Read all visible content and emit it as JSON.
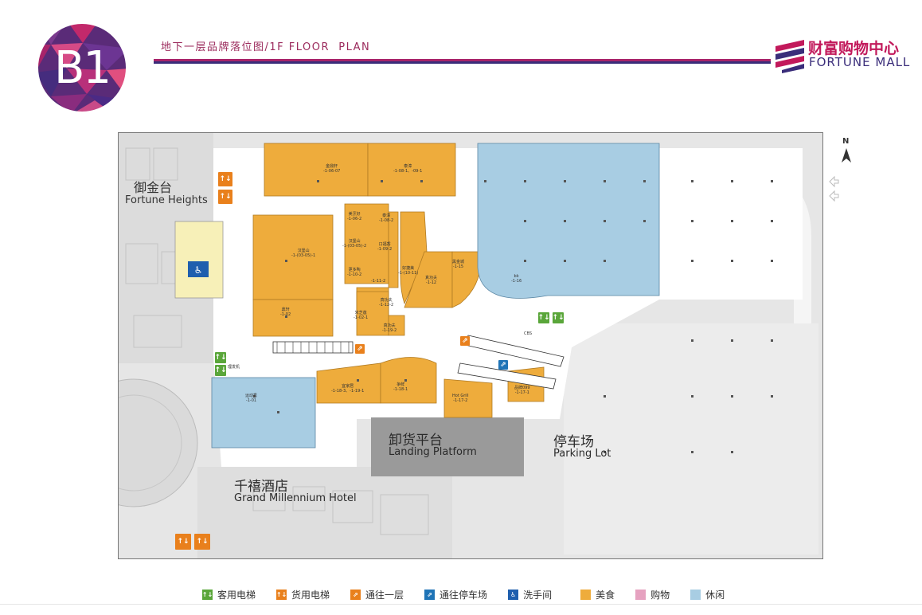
{
  "badge": {
    "text": "B1"
  },
  "header": {
    "title": "地下一层品牌落位图/1F FLOOR  PLAN"
  },
  "logo": {
    "cn": "财富购物中心",
    "en": "FORTUNE MALL"
  },
  "compass": {
    "label": "N"
  },
  "colors": {
    "food": "#eeac3c",
    "shopping": "#e6a2c0",
    "leisure": "#a8cde3",
    "passenger_elevator": "#5aa63a",
    "cargo_elevator": "#e9801c",
    "to_first_floor": "#e9801c",
    "to_parking": "#1f74b7",
    "restroom": "#1f5fae",
    "landing": "#9a9a9a",
    "restroom_area": "#f7f0b8",
    "background": "#e5e5e5"
  },
  "map": {
    "areas": {
      "fortune_heights_cn": "御金台",
      "fortune_heights_en": "Fortune Heights",
      "hotel_cn": "千禧酒店",
      "hotel_en": "Grand Millennium Hotel",
      "landing_cn": "卸货平台",
      "landing_en": "Landing Platform",
      "parking_cn": "停车场",
      "parking_en": "Parking Lot"
    },
    "units": [
      {
        "name": "金鼎轩",
        "code": "-1-06-07"
      },
      {
        "name": "泰漳",
        "code": "-1-08-1、-09-1"
      },
      {
        "name": "美烹好",
        "code": "-1-06-2"
      },
      {
        "name": "泰漳",
        "code": "-1-08-2"
      },
      {
        "name": "汉堡山",
        "code": "-1-(03-05)-1"
      },
      {
        "name": "汉堡山",
        "code": "-1-(03-05)-2"
      },
      {
        "name": "口福香",
        "code": "-1-09-2"
      },
      {
        "name": "好捷美",
        "code": "-1-(10-11)"
      },
      {
        "name": "真功夫",
        "code": "-1-12"
      },
      {
        "name": "黑金城",
        "code": "-1-15"
      },
      {
        "name": "更多陶",
        "code": "-1-10-2"
      },
      {
        "name": "",
        "code": "-1-11-2"
      },
      {
        "name": "鼎轩",
        "code": "-1-02"
      },
      {
        "name": "米芝莲",
        "code": "-1-02-1"
      },
      {
        "name": "真功夫",
        "code": "-1-12-2"
      },
      {
        "name": "真功夫",
        "code": "-1-19-2"
      },
      {
        "name": "bk",
        "code": "-1-16"
      },
      {
        "name": "宜家居",
        "code": "-1-18-3、-1-19-1"
      },
      {
        "name": "争鲜",
        "code": "-1-18-1"
      },
      {
        "name": "Hot Grill",
        "code": "-1-17-2"
      },
      {
        "name": "品牌099",
        "code": "-1-17-1"
      },
      {
        "name": "运动秀",
        "code": "-1-01"
      },
      {
        "name": "理发机",
        "code": ""
      },
      {
        "name": "CBS",
        "code": ""
      }
    ]
  },
  "legend": [
    {
      "glyph": "↑↓",
      "label": "客用电梯"
    },
    {
      "glyph": "↑↓",
      "label": "货用电梯"
    },
    {
      "glyph": "⇗",
      "label": "通往一层"
    },
    {
      "glyph": "⇗",
      "label": "通往停车场"
    },
    {
      "glyph": "♿",
      "label": "洗手间"
    },
    {
      "glyph": "",
      "label": "美食"
    },
    {
      "glyph": "",
      "label": "购物"
    },
    {
      "glyph": "",
      "label": "休闲"
    }
  ]
}
